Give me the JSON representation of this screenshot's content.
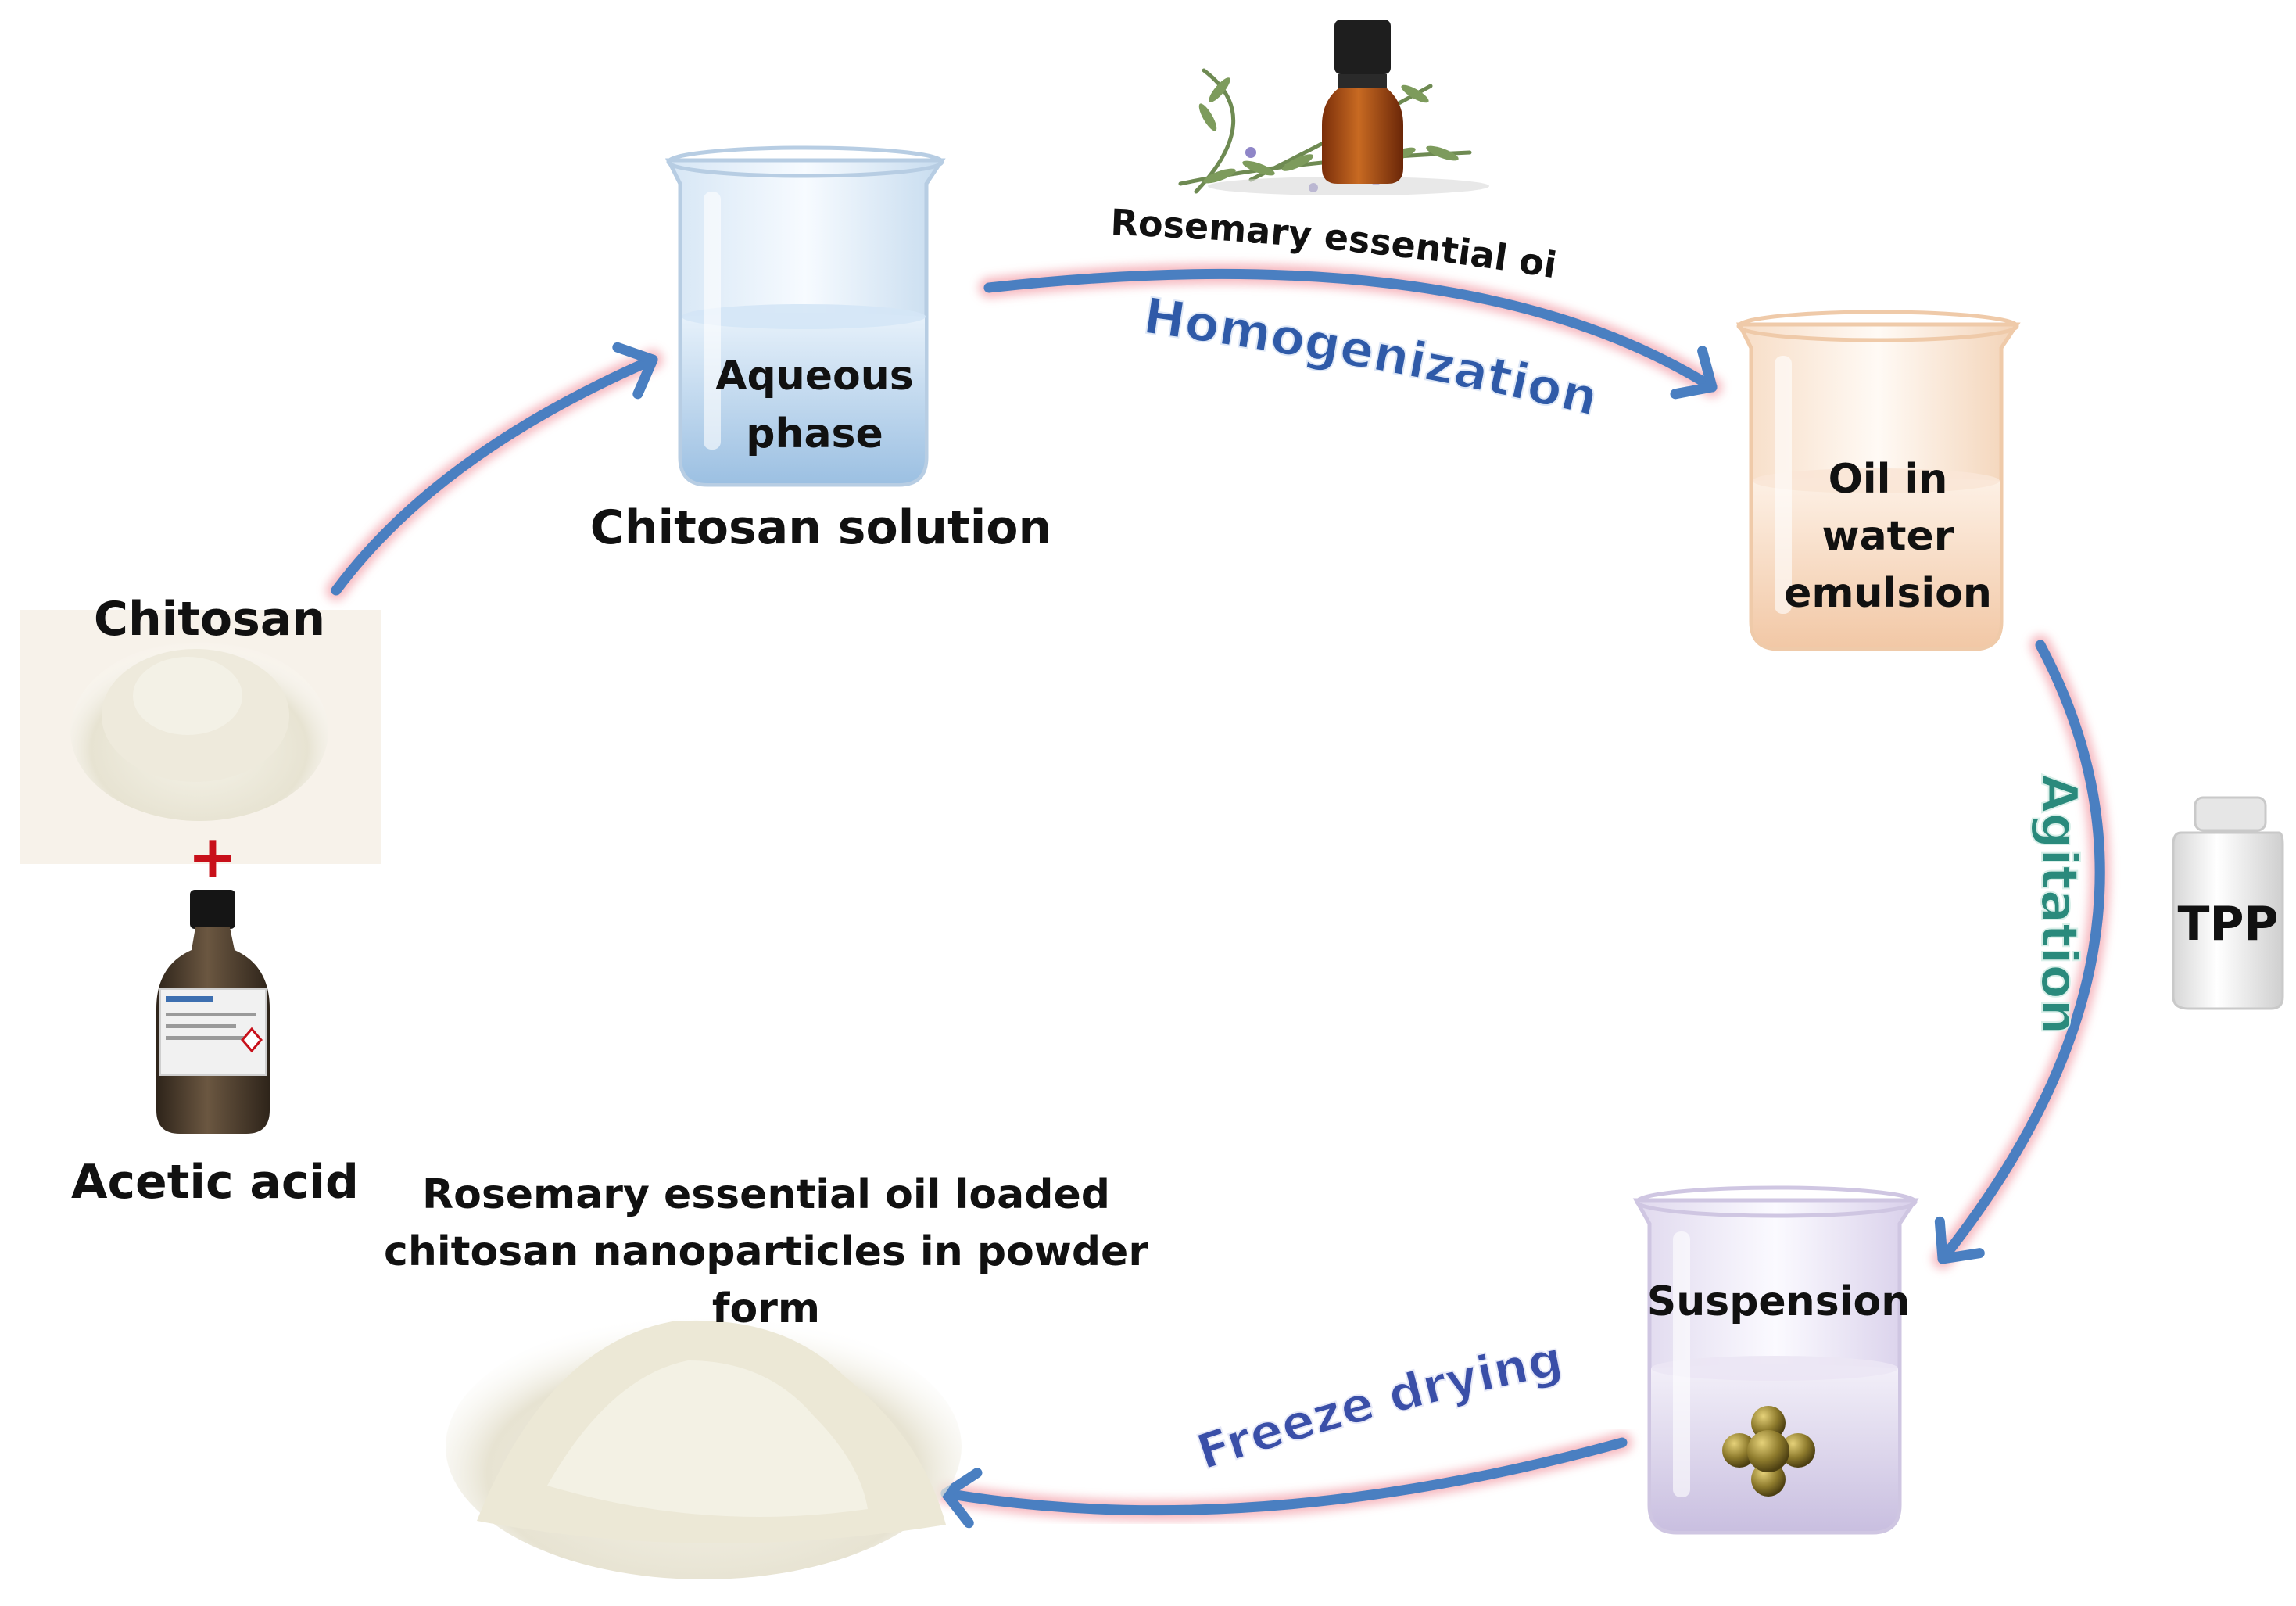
{
  "labels": {
    "chitosan": "Chitosan",
    "plus": "+",
    "acetic_acid": "Acetic acid",
    "aqueous_line1": "Aqueous",
    "aqueous_line2": "phase",
    "chitosan_solution": "Chitosan solution",
    "rosemary_oil": "Rosemary essential oil",
    "homogenization": "Homogenization",
    "emulsion_line1": "Oil in",
    "emulsion_line2": "water",
    "emulsion_line3": "emulsion",
    "agitation": "Agitation",
    "tpp": "TPP",
    "suspension": "Suspension",
    "freeze_drying": "Freeze drying",
    "product_line1": "Rosemary essential oil loaded",
    "product_line2": "chitosan nanoparticles in powder",
    "product_line3": "form"
  },
  "colors": {
    "arrow": "#4a7fc1",
    "arrow_glow": "#f4a7b0",
    "step_text_blue": "#2f5aa8",
    "step_text_green": "#2a8a7c",
    "step_text_freeze": "#3a4fa8",
    "plus": "#c8101a",
    "powder": "#efece0",
    "bottle_brown": "#4a3b2c",
    "beaker_blue": "#bcd6ec",
    "beaker_peach": "#f6dcc6",
    "beaker_lilac": "#ddd6ec",
    "nanoparticle": "#8d7a2c"
  },
  "icons": [
    "chitosan-powder-icon",
    "acetic-acid-bottle-icon",
    "beaker-icon",
    "rosemary-oil-icon",
    "tpp-jar-icon",
    "nanoparticle-cluster-icon",
    "product-powder-icon"
  ]
}
